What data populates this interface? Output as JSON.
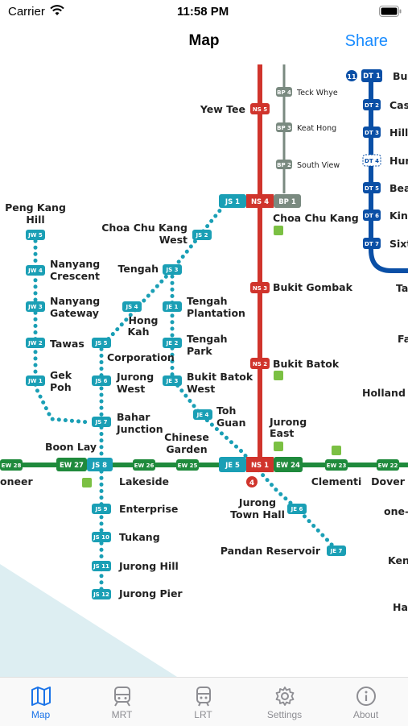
{
  "status_bar": {
    "carrier": "Carrier",
    "time": "11:58 PM"
  },
  "nav": {
    "title": "Map",
    "share": "Share"
  },
  "colors": {
    "ns": "#d0342c",
    "ew": "#1f8a3c",
    "jrl": "#1a9fb5",
    "bp": "#6e7d74",
    "dt": "#0a4fa6",
    "accent": "#1a8cff"
  },
  "map": {
    "codes": {
      "ns5": "NS 5",
      "ns4": "NS 4",
      "ns3": "NS 3",
      "ns2": "NS 2",
      "ns1": "NS 1",
      "bp4": "BP 4",
      "bp3": "BP 3",
      "bp2": "BP 2",
      "bp1": "BP 1",
      "js1": "JS 1",
      "js2": "JS 2",
      "js3": "JS 3",
      "js4": "JS 4",
      "js5": "JS 5",
      "js6": "JS 6",
      "js7": "JS 7",
      "js8": "JS 8",
      "js9": "JS 9",
      "js10": "JS 10",
      "js11": "JS 11",
      "js12": "JS 12",
      "jw1": "JW 1",
      "jw2": "JW 2",
      "jw3": "JW 3",
      "jw4": "JW 4",
      "jw5": "JW 5",
      "je1": "JE 1",
      "je2": "JE 2",
      "je3": "JE 3",
      "je4": "JE 4",
      "je5": "JE 5",
      "je6": "JE 6",
      "je7": "JE 7",
      "ew28": "EW 28",
      "ew27": "EW 27",
      "ew26": "EW 26",
      "ew25": "EW 25",
      "ew24": "EW 24",
      "ew23": "EW 23",
      "ew22": "EW 22",
      "dt1": "DT 1",
      "dt2": "DT 2",
      "dt3": "DT 3",
      "dt4": "DT 4",
      "dt5": "DT 5",
      "dt6": "DT 6",
      "dt7": "DT 7",
      "dt_count": "11",
      "ew_badge": "4"
    },
    "stations": {
      "yew_tee": "Yew Tee",
      "teck_whye": "Teck Whye",
      "keat_hong": "Keat Hong",
      "south_view": "South View",
      "choa_chu_kang": "Choa Chu Kang",
      "bukit_gombak": "Bukit Gombak",
      "bukit_batok": "Bukit Batok",
      "jurong_east_1": "Jurong",
      "jurong_east_2": "East",
      "peng_kang_hill_1": "Peng Kang",
      "peng_kang_hill_2": "Hill",
      "nanyang_crescent_1": "Nanyang",
      "nanyang_crescent_2": "Crescent",
      "nanyang_gateway_1": "Nanyang",
      "nanyang_gateway_2": "Gateway",
      "tawas": "Tawas",
      "gek_poh_1": "Gek",
      "gek_poh_2": "Poh",
      "cck_west_1": "Choa Chu Kang",
      "cck_west_2": "West",
      "tengah": "Tengah",
      "hong_kah_1": "Hong",
      "hong_kah_2": "Kah",
      "corporation": "Corporation",
      "jurong_west_1": "Jurong",
      "jurong_west_2": "West",
      "bahar_junction_1": "Bahar",
      "bahar_junction_2": "Junction",
      "tengah_plantation_1": "Tengah",
      "tengah_plantation_2": "Plantation",
      "tengah_park_1": "Tengah",
      "tengah_park_2": "Park",
      "bukit_batok_west_1": "Bukit Batok",
      "bukit_batok_west_2": "West",
      "toh_guan_1": "Toh",
      "toh_guan_2": "Guan",
      "boon_lay": "Boon Lay",
      "chinese_garden_1": "Chinese",
      "chinese_garden_2": "Garden",
      "pioneer": "oneer",
      "lakeside": "Lakeside",
      "clementi": "Clementi",
      "dover": "Dover",
      "enterprise": "Enterprise",
      "tukang": "Tukang",
      "jurong_hill": "Jurong Hill",
      "jurong_pier": "Jurong Pier",
      "jurong_town_hall_1": "Jurong",
      "jurong_town_hall_2": "Town Hall",
      "pandan_reservoir": "Pandan Reservoir",
      "dt1": "Bul",
      "dt2": "Cash",
      "dt3": "Hilly",
      "dt4": "Hun",
      "dt5": "Bea",
      "dt6": "King",
      "dt7": "Sixt",
      "ta": "Ta",
      "fa": "Fa",
      "holland_v": "Holland V",
      "one_n": "one-n",
      "kent": "Kent",
      "hav": "Hav"
    }
  },
  "tabs": [
    {
      "label": "Map",
      "icon": "map-icon",
      "active": true
    },
    {
      "label": "MRT",
      "icon": "train-icon",
      "active": false
    },
    {
      "label": "LRT",
      "icon": "tram-icon",
      "active": false
    },
    {
      "label": "Settings",
      "icon": "gear-icon",
      "active": false
    },
    {
      "label": "About",
      "icon": "info-icon",
      "active": false
    }
  ]
}
